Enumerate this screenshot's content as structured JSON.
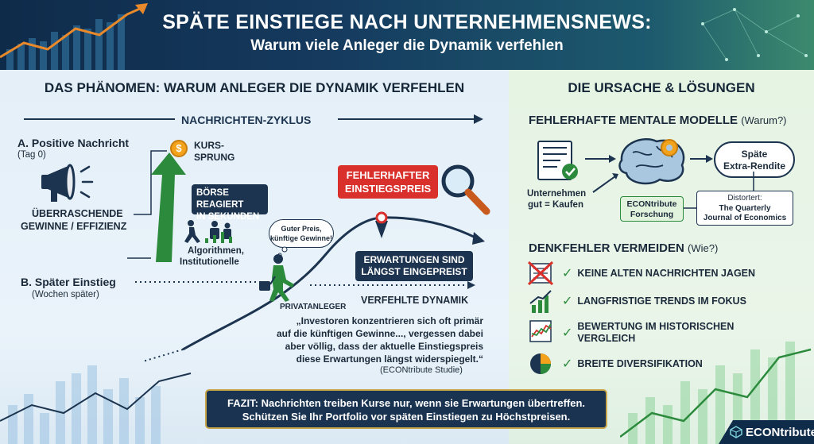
{
  "header": {
    "title": "SPÄTE EINSTIEGE NACH UNTERNEHMENSNEWS:",
    "subtitle": "Warum viele Anleger die Dynamik verfehlen"
  },
  "left": {
    "title": "DAS PHÄNOMEN: WARUM ANLEGER DIE DYNAMIK VERFEHLEN",
    "cycle_label": "NACHRICHTEN-ZYKLUS",
    "a_title": "A. Positive Nachricht",
    "a_sub": "(Tag 0)",
    "surprise_line1": "ÜBERRASCHENDE",
    "surprise_line2": "GEWINNE / EFFIZIENZ",
    "kurs_line1": "KURS-",
    "kurs_line2": "SPRUNG",
    "boerse_line1": "BÖRSE REAGIERT",
    "boerse_line2": "IN SEKUNDEN",
    "algo_line1": "Algorithmen,",
    "algo_line2": "Institutionelle",
    "b_title": "B. Später Einstieg",
    "b_sub": "(Wochen später)",
    "thought_line1": "Guter Preis,",
    "thought_line2": "künftige Gewinne!",
    "privat": "PRIVATANLEGER",
    "wrong_line1": "FEHLERHAFTER",
    "wrong_line2": "EINSTIEGSPREIS",
    "priced_line1": "ERWARTUNGEN SIND",
    "priced_line2": "LÄNGST EINGEPREIST",
    "missed": "VERFEHLTE DYNAMIK",
    "quote_line1": "„Investoren konzentrieren sich oft primär",
    "quote_line2": "auf die künftigen Gewinne..., vergessen dabei",
    "quote_line3": "aber völlig, dass der aktuelle Einstiegspreis",
    "quote_line4": "diese Erwartungen längst widerspiegelt.“",
    "quote_source": "(ECONtribute Studie)"
  },
  "right": {
    "title": "DIE URSACHE & LÖSUNGEN",
    "models_title": "FEHLERHAFTE MENTALE MODELLE",
    "models_why": "(Warum?)",
    "unternehmen_line1": "Unternehmen",
    "unternehmen_line2": "gut = Kaufen",
    "cloud_line1": "Späte",
    "cloud_line2": "Extra-Rendite",
    "research_line1": "ECONtribute",
    "research_line2": "Forschung",
    "journal_line1": "Distortert:",
    "journal_line2": "The Quarterly",
    "journal_line3": "Journal of Economics",
    "avoid_title": "DENKFEHLER VERMEIDEN",
    "avoid_how": "(Wie?)",
    "tips": [
      {
        "line1": "KEINE ALTEN NACHRICHTEN JAGEN",
        "line2": ""
      },
      {
        "line1": "LANGFRISTIGE TRENDS IM FOKUS",
        "line2": ""
      },
      {
        "line1": "BEWERTUNG IM HISTORISCHEN",
        "line2": "VERGLEICH"
      },
      {
        "line1": "BREITE DIVERSIFIKATION",
        "line2": ""
      }
    ],
    "check_symbol": "✓"
  },
  "fazit": {
    "line1": "FAZIT: Nachrichten treiben Kurse nur, wenn sie Erwartungen übertreffen.",
    "line2": "Schützen Sie Ihr Portfolio vor späten Einstiegen zu Höchstpreisen."
  },
  "brand": "ECONtribute",
  "coin_symbol": "$",
  "colors": {
    "navy": "#1c344f",
    "red": "#d9302c",
    "green": "#2c8a3d",
    "orange": "#f2a31b",
    "header_start": "#0f2b4a",
    "header_end": "#3c8a6e"
  }
}
